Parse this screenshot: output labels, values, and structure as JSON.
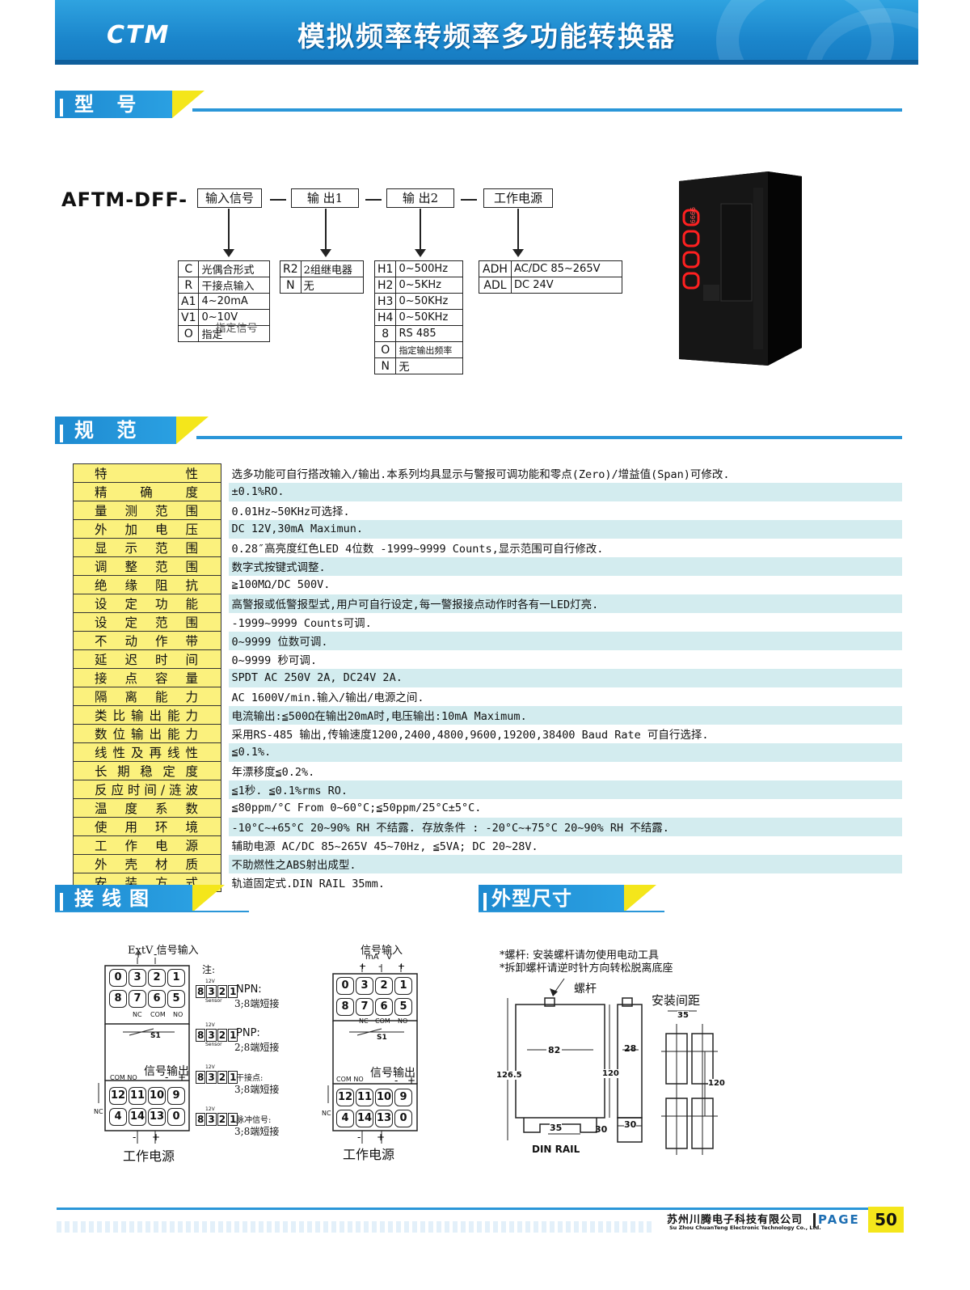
{
  "header": {
    "logo": "CTM",
    "title": "模拟频率转频率多功能转换器"
  },
  "sections": {
    "model": "型 号",
    "spec": "规 范",
    "wiring": "接线图",
    "dims": "外型尺寸(mm)"
  },
  "model_code": {
    "prefix": "AFTM-DFF-",
    "boxes": [
      "输入信号",
      "输 出1",
      "输 出2",
      "工作电源"
    ],
    "input_options": [
      {
        "code": "C",
        "desc": "光偶合形式"
      },
      {
        "code": "R",
        "desc": "干接点输入"
      },
      {
        "code": "A1",
        "desc": "4~20mA"
      },
      {
        "code": "V1",
        "desc": "0~10V"
      },
      {
        "code": "O",
        "desc": "指定信号"
      },
      {
        "code": "O",
        "desc": "指定"
      }
    ],
    "output1_options": [
      {
        "code": "R2",
        "desc": "2组继电器"
      },
      {
        "code": "N",
        "desc": "无"
      }
    ],
    "output2_options": [
      {
        "code": "H1",
        "desc": "0~500Hz"
      },
      {
        "code": "H2",
        "desc": "0~5KHz"
      },
      {
        "code": "H3",
        "desc": "0~50KHz"
      },
      {
        "code": "H4",
        "desc": "0~50KHz"
      },
      {
        "code": "8",
        "desc": "RS 485"
      },
      {
        "code": "O",
        "desc": "指定输出频率"
      },
      {
        "code": "N",
        "desc": "无"
      }
    ],
    "power_options": [
      {
        "code": "ADH",
        "desc": "AC/DC 85~265V"
      },
      {
        "code": "ADL",
        "desc": "DC 24V"
      }
    ],
    "display_value": "9999"
  },
  "spec": [
    {
      "k": "特性",
      "v": "选多功能可自行搭改输入/输出.本系列均具显示与警报可调功能和零点(Zero)/增益值(Span)可修改."
    },
    {
      "k": "精确度",
      "v": "±0.1%RO."
    },
    {
      "k": "量测范围",
      "v": "0.01Hz~50KHz可选择."
    },
    {
      "k": "外加电压",
      "v": "DC 12V,30mA Maximun."
    },
    {
      "k": "显示范围",
      "v": "0.28″高亮度红色LED  4位数 -1999~9999  Counts,显示范围可自行修改."
    },
    {
      "k": "调整范围",
      "v": "数字式按键式调整."
    },
    {
      "k": "绝缘阻抗",
      "v": "≧100MΩ/DC 500V."
    },
    {
      "k": "设定功能",
      "v": "高警报或低警报型式,用户可自行设定,每一警报接点动作时各有一LED灯亮."
    },
    {
      "k": "设定范围",
      "v": "-1999~9999  Counts可调."
    },
    {
      "k": "不动作带",
      "v": "0~9999 位数可调."
    },
    {
      "k": "延迟时间",
      "v": "0~9999 秒可调."
    },
    {
      "k": "接点容量",
      "v": "SPDT AC 250V 2A, DC24V 2A."
    },
    {
      "k": "隔离能力",
      "v": "AC 1600V/min.输入/输出/电源之间."
    },
    {
      "k": "类比输出能力",
      "v": "电流输出:≦500Ω在输出20mA时,电压输出:10mA Maximum."
    },
    {
      "k": "数位输出能力",
      "v": "采用RS-485 输出,传输速度1200,2400,4800,9600,19200,38400 Baud Rate 可自行选择."
    },
    {
      "k": "线性及再线性",
      "v": "≦0.1%."
    },
    {
      "k": "长期稳定度",
      "v": "年漂移度≦0.2%."
    },
    {
      "k": "反应时间/涟波",
      "v": "≦1秒. ≦0.1%rms RO."
    },
    {
      "k": "温度系数",
      "v": "≦80ppm/°C From 0~60°C;≦50ppm/25°C±5°C."
    },
    {
      "k": "使用环境",
      "v": "-10°C~+65°C  20~90% RH 不结露. 存放条件 : -20°C~+75°C  20~90% RH 不结露."
    },
    {
      "k": "工作电源",
      "v": "辅助电源 AC/DC 85~265V 45~70Hz, ≦5VA;   DC 20~28V."
    },
    {
      "k": "外壳材质",
      "v": "不助燃性之ABS射出成型."
    },
    {
      "k": "安装方式",
      "v": "轨道固定式.DIN RAIL 35mm."
    }
  ],
  "wiring": {
    "d1_top": "ExtV 信号输入",
    "d2_top": "信号输入",
    "d2_sub": "mA   V",
    "sig_out": "信号输出",
    "power": "工作电源",
    "note": "注:",
    "sensor": "Sensor",
    "v12": "12V",
    "row1": [
      "0",
      "3",
      "2",
      "1"
    ],
    "row2": [
      "8",
      "7",
      "6",
      "5"
    ],
    "row3": [
      "12",
      "11",
      "10",
      "9"
    ],
    "row4": [
      "4",
      "14",
      "13",
      "0"
    ],
    "relay_labels": [
      "NC",
      "COM",
      "NO"
    ],
    "s1": "S1",
    "com_no": "COM NO",
    "nc": "NC",
    "notes": [
      {
        "t": "NPN:",
        "s": "3;8端短接"
      },
      {
        "t": "PNP:",
        "s": "2;8端短接"
      },
      {
        "t": "干接点:",
        "s": "3;8端短接"
      },
      {
        "t": "脉冲信号:",
        "s": "3;8端短接"
      }
    ],
    "mini": [
      "8",
      "3",
      "2",
      "1"
    ]
  },
  "dims": {
    "note1": "*螺杆: 安装螺杆请勿使用电动工具",
    "note2": "*拆卸螺杆请逆时针方向转松脱离底座",
    "screw": "螺杆",
    "spacing": "安装间距",
    "w": "82",
    "h": "126.5",
    "h2": "120",
    "d": "28",
    "rail": "35",
    "base": "30",
    "side_base": "30",
    "sp_w": "35",
    "sp_h": "120",
    "din": "DIN RAIL"
  },
  "footer": {
    "company": "苏州川腾电子科技有限公司",
    "company_en": "Su Zhou ChuanTeng Electronic Technology Co., Ltd.",
    "page_label": "PAGE",
    "page": "50"
  },
  "colors": {
    "blue": "#1e8ad0",
    "yellow": "#f4e61b",
    "spec_key_bg": "#fbf17d",
    "spec_stripe": "#d3ecef"
  }
}
